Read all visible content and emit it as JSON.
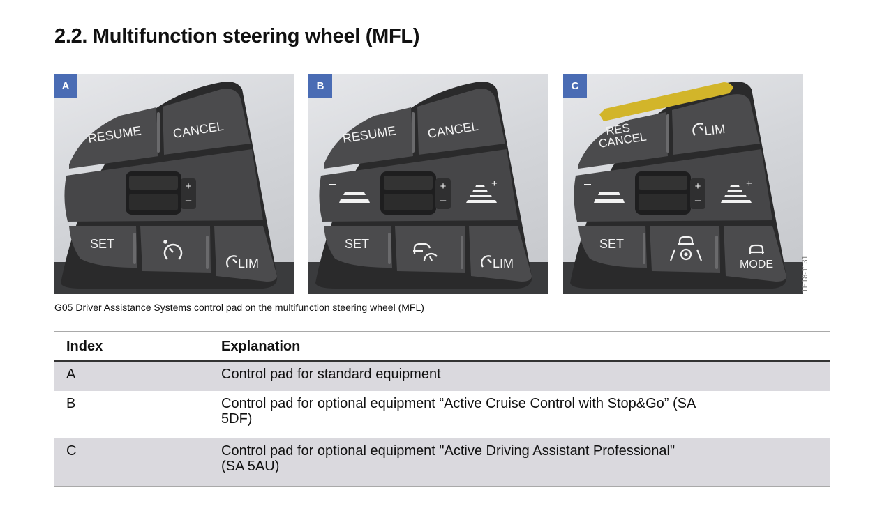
{
  "page": {
    "title": "2.2. Multifunction steering wheel (MFL)",
    "caption": "G05 Driver Assistance Systems control pad on the multifunction steering wheel (MFL)",
    "figure_code": "TE18-1131"
  },
  "colors": {
    "label_blue": "#4a6cb4",
    "pad_dark": "#4b4b4d",
    "accent_yellow": "#d2b52a",
    "row_shade": "#dad9de"
  },
  "figures": [
    {
      "label": "A",
      "top_left": "RESUME",
      "top_right": "CANCEL",
      "rocker_plus": "+",
      "rocker_minus": "–",
      "bottom_left": "SET",
      "bottom_middle_icon": "cruise-control-speedometer-icon",
      "bottom_right": "LIM",
      "bottom_right_icon": "speed-limiter-icon"
    },
    {
      "label": "B",
      "top_left": "RESUME",
      "top_right": "CANCEL",
      "rocker_plus": "+",
      "rocker_minus": "–",
      "distance_minus": "–",
      "distance_plus": "+",
      "bottom_left": "SET",
      "bottom_middle_icon": "active-cruise-distance-icon",
      "bottom_right": "LIM",
      "bottom_right_icon": "speed-limiter-icon"
    },
    {
      "label": "C",
      "top_left_line1": "RES",
      "top_left_line2": "CANCEL",
      "top_right": "LIM",
      "top_right_icon": "speed-limiter-icon",
      "rocker_plus": "+",
      "rocker_minus": "–",
      "distance_minus": "–",
      "distance_plus": "+",
      "bottom_left": "SET",
      "bottom_middle_icon": "steering-lane-assist-icon",
      "bottom_right": "MODE",
      "bottom_right_icon": "vehicle-mode-icon"
    }
  ],
  "table": {
    "headers": [
      "Index",
      "Explanation"
    ],
    "rows": [
      {
        "index": "A",
        "explanation": "Control pad for standard equipment"
      },
      {
        "index": "B",
        "explanation": "Control pad for optional equipment “Active Cruise Control with Stop&Go” (SA 5DF)"
      },
      {
        "index": "C",
        "explanation": "Control pad for optional equipment \"Active Driving Assistant Professional\" (SA 5AU)"
      }
    ]
  }
}
